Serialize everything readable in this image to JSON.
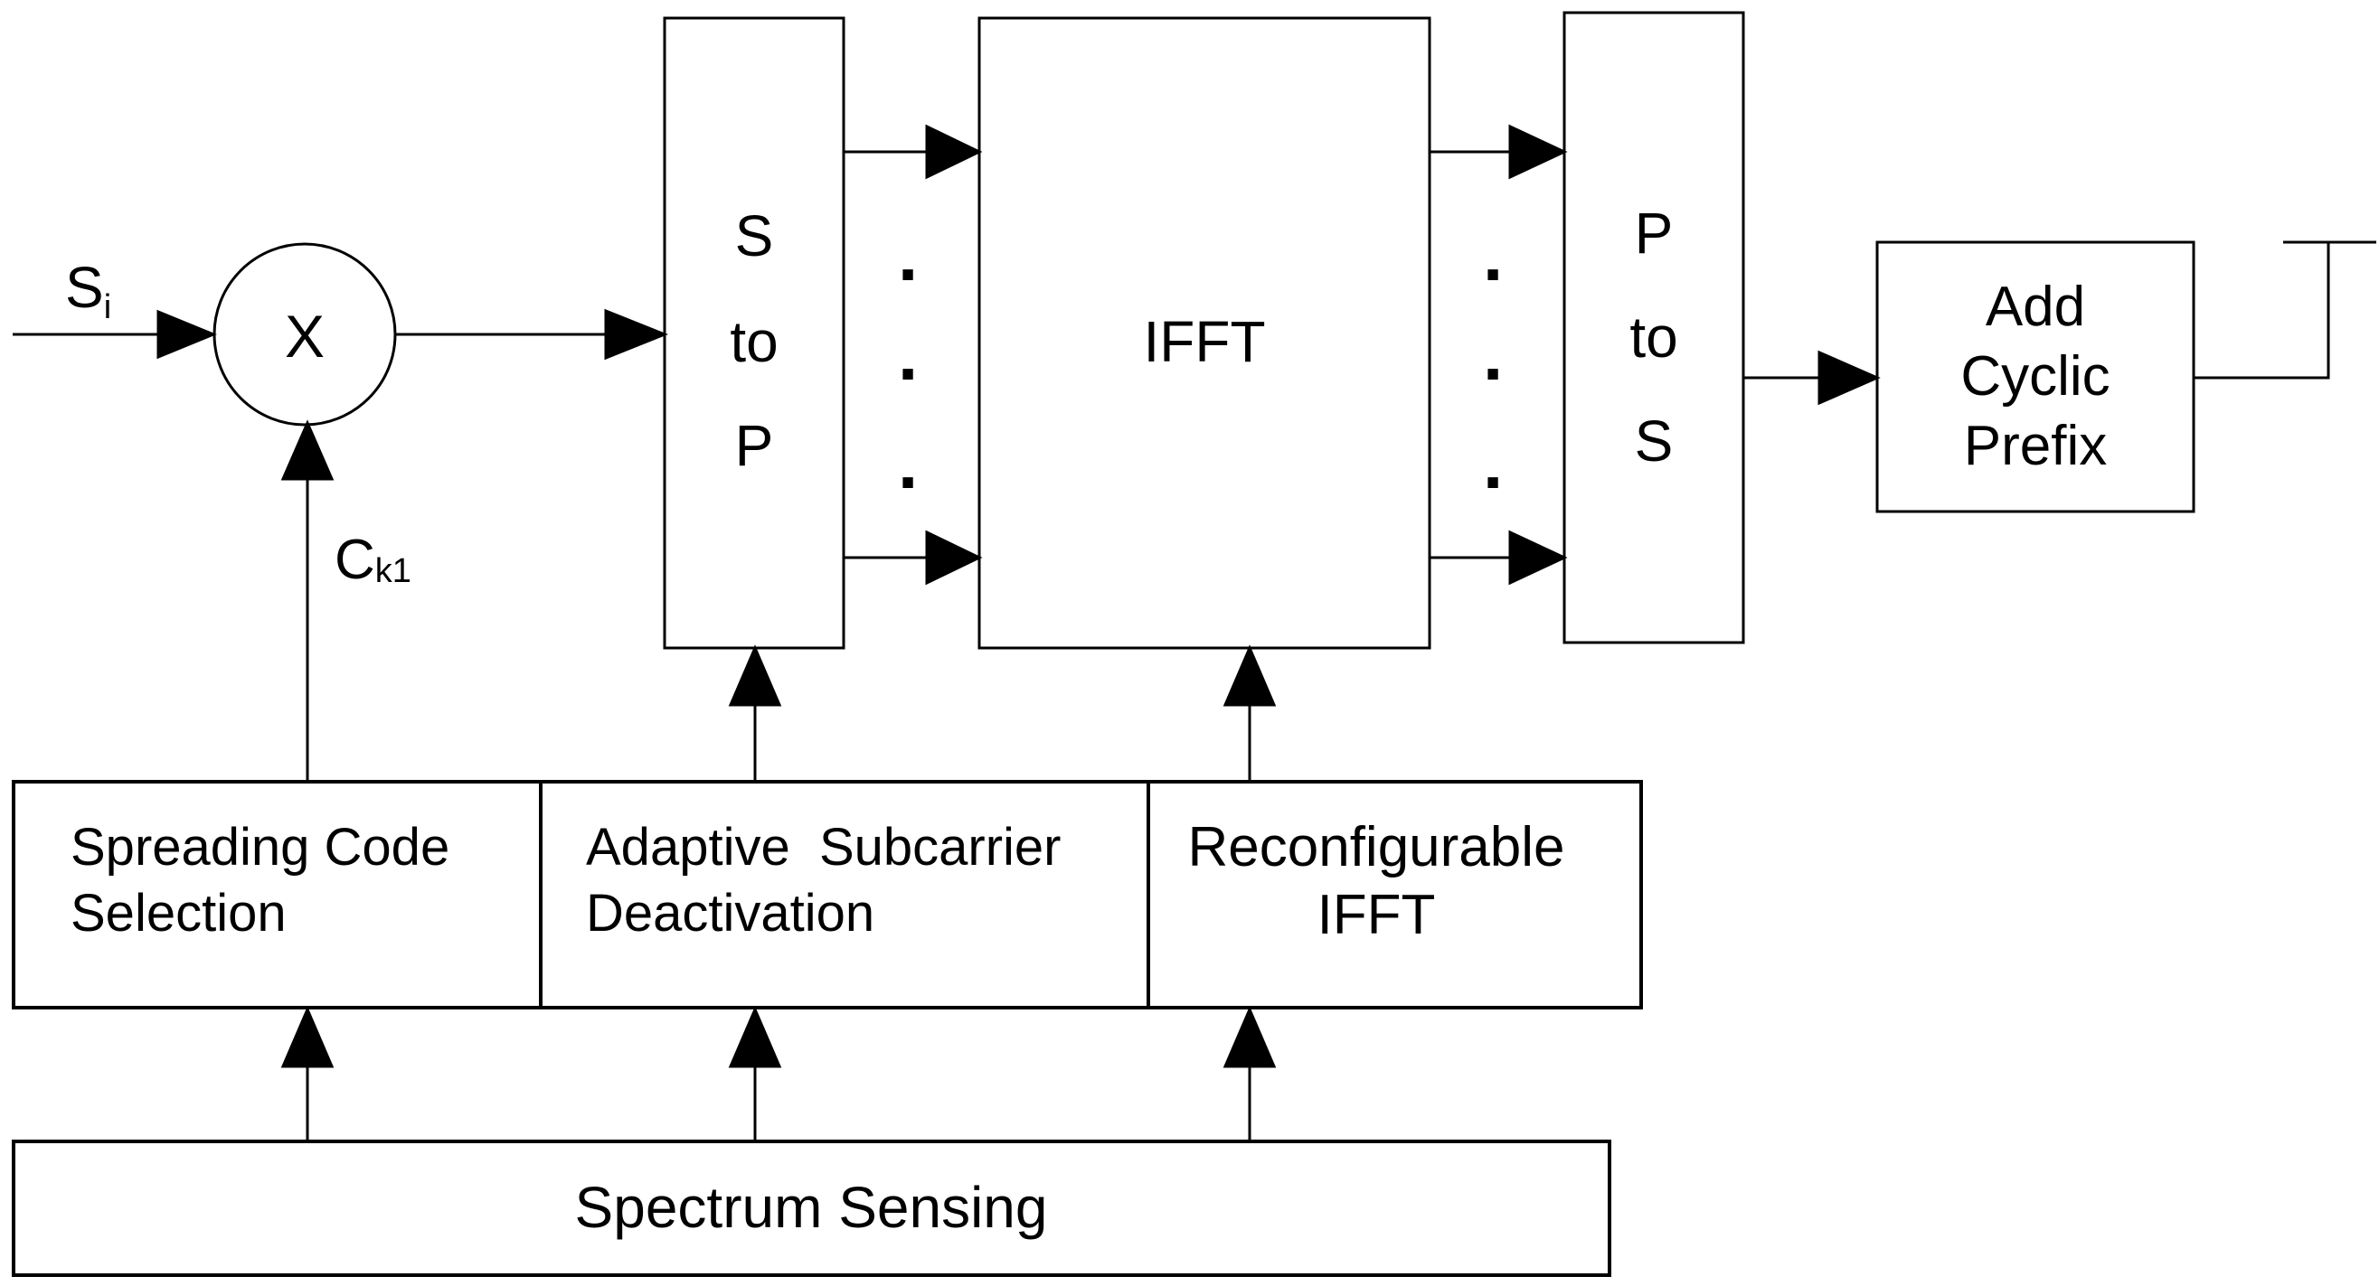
{
  "diagram": {
    "input_signal": {
      "base": "S",
      "sub": "i"
    },
    "multiplier": "X",
    "spreading_code": {
      "base": "C",
      "sub": "k1"
    },
    "s_to_p": {
      "line1": "S",
      "line2": "to",
      "line3": "P"
    },
    "ifft": "IFFT",
    "p_to_s": {
      "line1": "P",
      "line2": "to",
      "line3": "S"
    },
    "cyclic_prefix": {
      "line1": "Add",
      "line2": "Cyclic",
      "line3": "Prefix"
    },
    "spreading_code_selection": {
      "line1": "Spreading Code",
      "line2": "Selection"
    },
    "adaptive_subcarrier": {
      "line1": "Adaptive  Subcarrier",
      "line2": "Deactivation"
    },
    "reconfigurable_ifft": {
      "line1": "Reconfigurable",
      "line2": "IFFT"
    },
    "spectrum_sensing": "Spectrum Sensing",
    "dots": "."
  }
}
